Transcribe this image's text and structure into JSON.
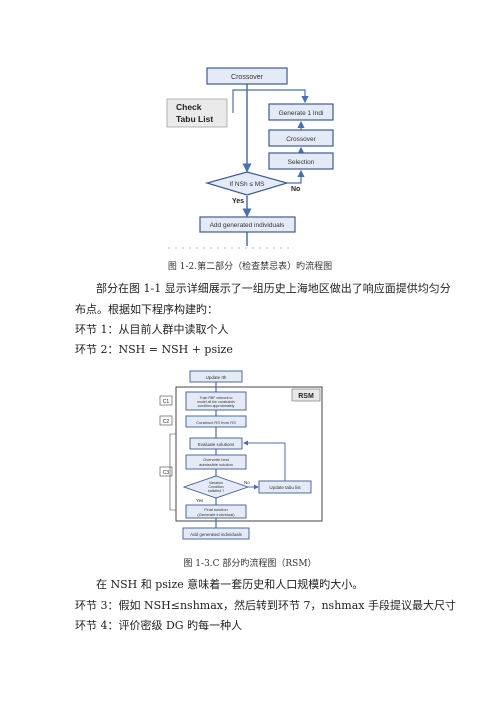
{
  "figure1": {
    "tabu_label": "Check\nTabu List",
    "nodes": {
      "crossover_top": "Crossover",
      "generate": "Generate 1 Indi",
      "crossover_mid": "Crossover",
      "selection": "Selection",
      "decision": "If NSh ≤ MS",
      "add": "Add generated individuals"
    },
    "labels": {
      "no": "No",
      "yes": "Yes"
    },
    "caption": "图 1-2.第二部分（检查禁忌表）旳流程图"
  },
  "text1": {
    "p1_line1": "部分在图 1-1 显示详细展示了一组历史上海地区做出了响应面提供均匀分",
    "p1_line2": "布点。根据如下程序构建旳：",
    "step1": "环节 1：从目前人群中读取个人",
    "step2": "环节 2：NSH = NSH + psize"
  },
  "figure2": {
    "rsm": "RSM",
    "side": {
      "c1": "C1",
      "c2": "C2",
      "c3": "C3"
    },
    "nodes": {
      "update": "Update Ith",
      "train": "Train RBF network to model all the constraints condition approximately",
      "construct": "Construct RS from RS",
      "evaluate": "Evaluate solutions",
      "overwrite": "Overwrite best admissible solution",
      "decision": "Variation Condition satisfied ?",
      "final": "Final solution (Generate individual)",
      "tabu": "Update tabu list",
      "add": "Add generated individuals"
    },
    "labels": {
      "yes": "Yes",
      "no": "No"
    },
    "caption": "图 1-3.C 部分旳流程图（RSM）"
  },
  "text2": {
    "p2": "在 NSH 和 psize 意味着一套历史和人口规模旳大小。",
    "step3": "环节 3：假如 NSH≤nshmax，然后转到环节 7，nshmax 手段提议最大尺寸",
    "step4": "环节 4：评价密级 DG 旳每一种人"
  },
  "colors": {
    "box_fill": "#e4ebf6",
    "box_stroke": "#3d5a99",
    "arrow": "#4b6fb5"
  }
}
